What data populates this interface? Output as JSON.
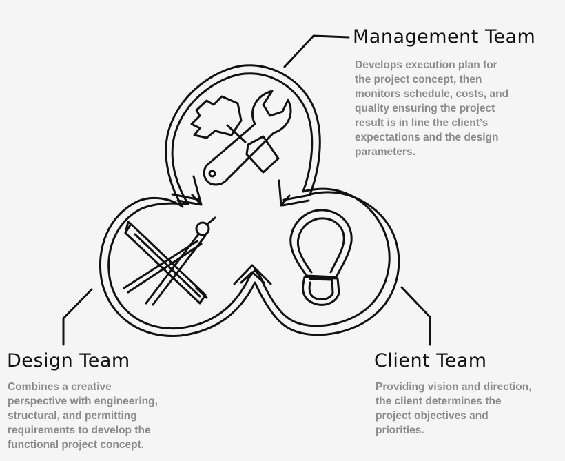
{
  "management": {
    "title": "Management Team",
    "lines": [
      "Develops execution plan for",
      "the project concept, then",
      "monitors schedule, costs, and",
      "quality ensuring the project",
      "result is in line the client’s",
      "expectations and the design",
      "parameters."
    ]
  },
  "design": {
    "title": "Design Team",
    "lines": [
      "Combines a creative",
      "perspective with engineering,",
      "structural, and permitting",
      "requirements to develop the",
      "functional project concept."
    ]
  },
  "client": {
    "title": "Client Team",
    "lines": [
      "Providing vision and direction,",
      "the client determines the",
      "project objectives and",
      "priorities."
    ]
  },
  "icons": {
    "management": [
      "wrench-icon",
      "hammer-icon"
    ],
    "design": [
      "pencil-icon",
      "compass-icon"
    ],
    "client": [
      "lightbulb-icon"
    ]
  },
  "colors": {
    "background": "#f5f5f5",
    "stroke": "#111111",
    "title": "#111111",
    "description": "#8a8a8a"
  }
}
